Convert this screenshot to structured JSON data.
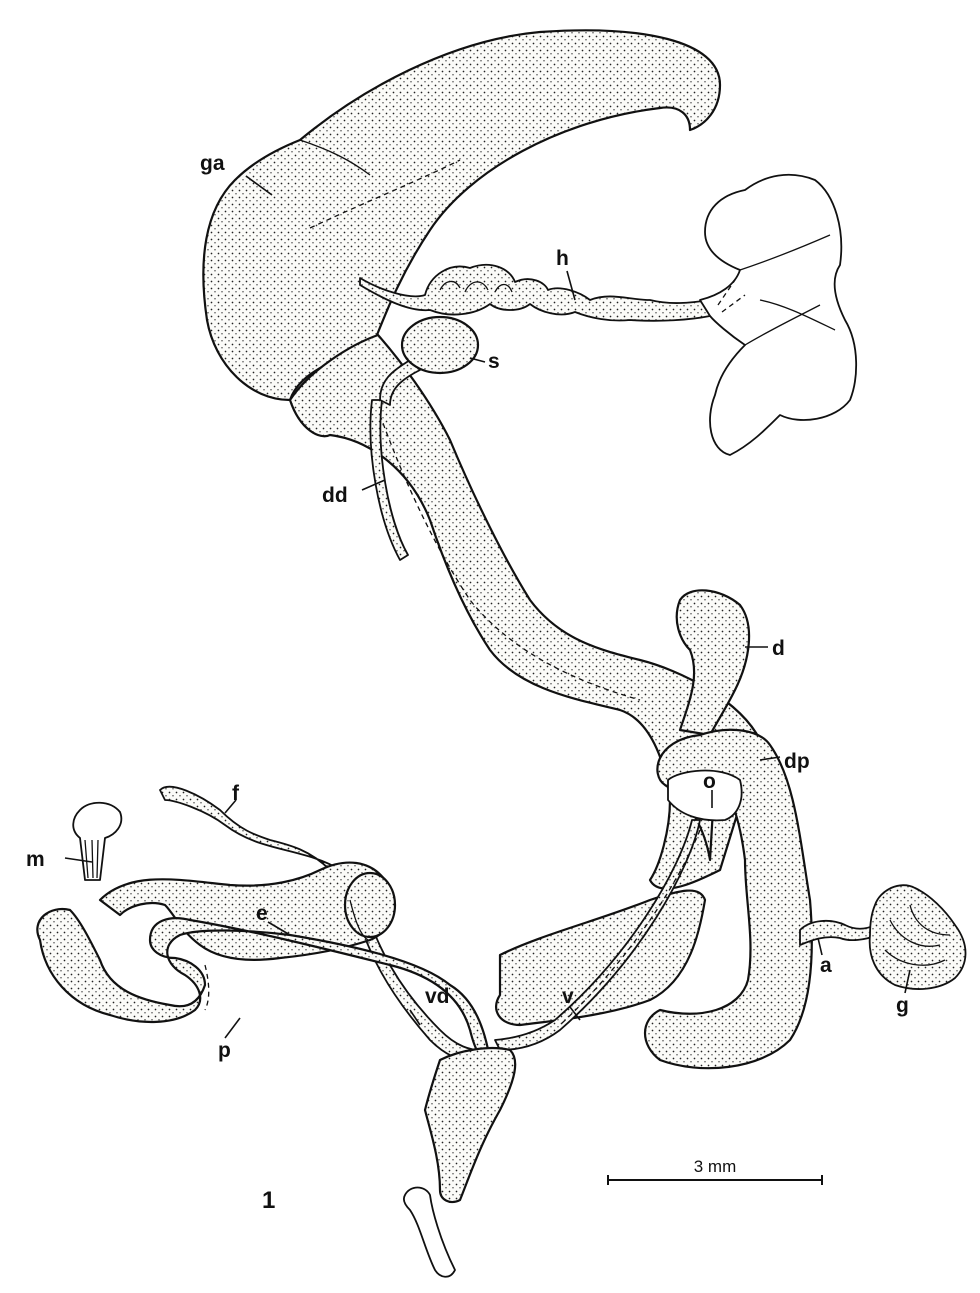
{
  "figure": {
    "number": "1",
    "scale_bar": "3 mm",
    "labels": {
      "ga": "ga",
      "h": "h",
      "s": "s",
      "dd": "dd",
      "d": "d",
      "dp": "dp",
      "o": "o",
      "a": "a",
      "g": "g",
      "f": "f",
      "m": "m",
      "e": "e",
      "vd": "vd",
      "v": "v",
      "p": "p"
    }
  }
}
